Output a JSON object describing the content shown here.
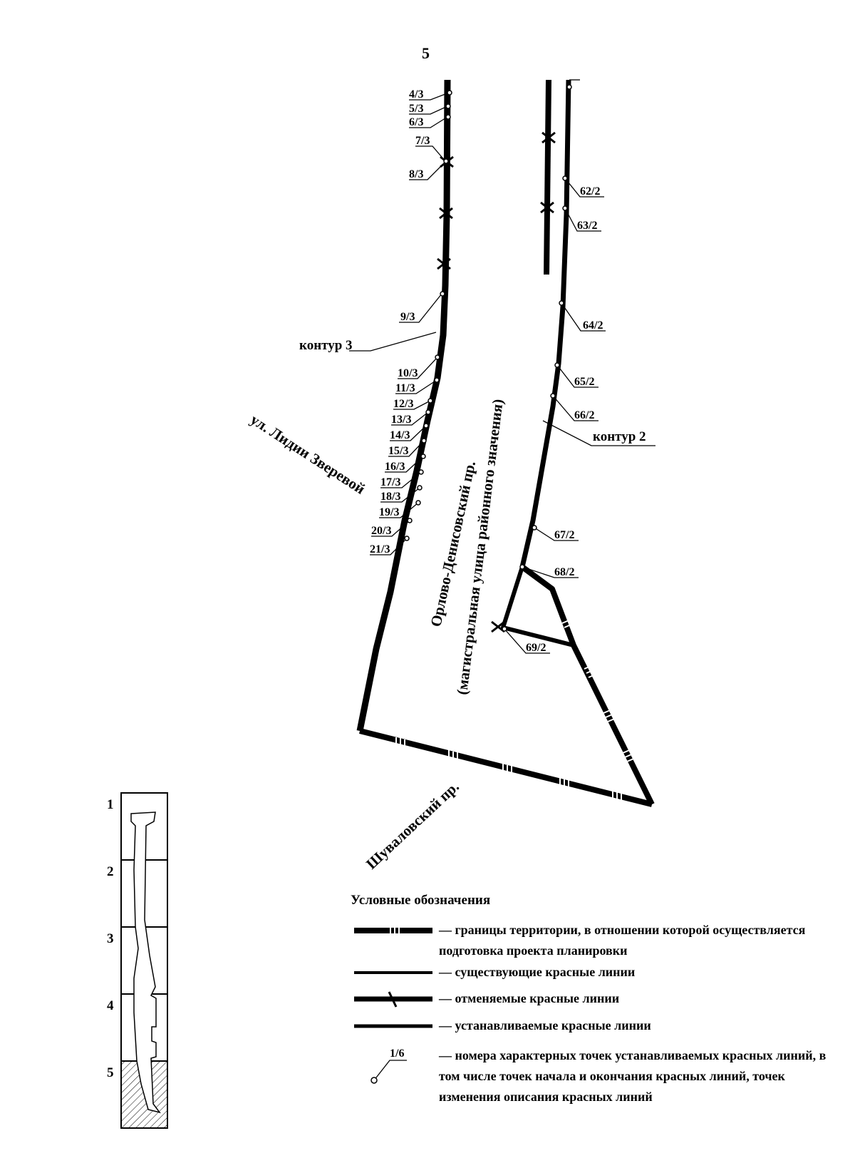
{
  "page_number": "5",
  "contour_labels": {
    "contour3": "контур 3",
    "contour2": "контур 2"
  },
  "streets": {
    "lidii_zverevoy": "ул. Лидии Зверевой",
    "orlovo_line1": "Орлово-Денисовский пр.",
    "orlovo_line2": "(магистральная улица районного значения)",
    "shuvalovsky": "Шуваловский пр."
  },
  "points_left": [
    "4/3",
    "5/3",
    "6/3",
    "7/3",
    "8/3",
    "9/3",
    "10/3",
    "11/3",
    "12/3",
    "13/3",
    "14/3",
    "15/3",
    "16/3",
    "17/3",
    "18/3",
    "19/3",
    "20/3",
    "21/3"
  ],
  "points_right": [
    "62/2",
    "63/2",
    "64/2",
    "65/2",
    "66/2",
    "67/2",
    "68/2",
    "69/2"
  ],
  "index_map": {
    "rows": [
      "1",
      "2",
      "3",
      "4",
      "5"
    ],
    "highlighted": "5"
  },
  "legend": {
    "title": "Условные обозначения",
    "items": [
      {
        "id": "boundary",
        "text": "— границы территории, в отношении которой осуществляется подготовка проекта планировки"
      },
      {
        "id": "existing",
        "text": "— существующие красные линии"
      },
      {
        "id": "cancelled",
        "text": "— отменяемые красные линии"
      },
      {
        "id": "established",
        "text": "— устанавливаемые красные линии"
      },
      {
        "id": "points",
        "symbol_label": "1/6",
        "text": "— номера характерных точек устанавливаемых красных линий, в том числе точек начала и окончания красных линий, точек изменения описания красных линий"
      }
    ]
  }
}
